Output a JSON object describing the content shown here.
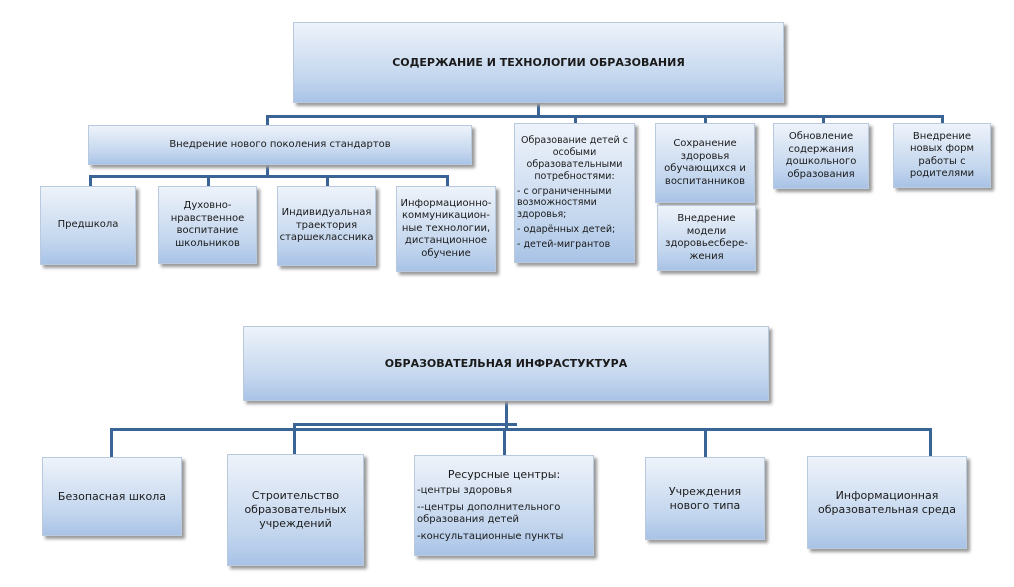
{
  "top": {
    "title": "СОДЕРЖАНИЕ И ТЕХНОЛОГИИ ОБРАЗОВАНИЯ",
    "standards": {
      "label": "Внедрение нового поколения стандартов",
      "children": [
        "Предшкола",
        "Духовно-нравственное воспитание школьников",
        "Индивидуальная траектория старшеклассника",
        "Информационно-коммуникацион-ные технологии, дистанционное обучение"
      ]
    },
    "special": {
      "heading": "Образование детей с особыми образовательными потребностями:",
      "items": [
        "- с ограниченными возможностями здоровья;",
        "- одарённых детей;",
        "- детей-мигрантов"
      ]
    },
    "health": "Сохранение здоровья обучающихся и воспитанников",
    "health_model": "Внедрение модели здоровьесбере-жения",
    "preschool": "Обновление содержания дошкольного образования",
    "parents": "Внедрение новых форм работы с родителями"
  },
  "bottom": {
    "title": "ОБРАЗОВАТЕЛЬНАЯ ИНФРАСТУКТУРА",
    "safe_school": "Безопасная школа",
    "construction": "Строительство образовательных учреждений",
    "resource": {
      "heading": "Ресурсные центры:",
      "items": [
        "-центры здоровья",
        "--центры дополнительного образования детей",
        "-консультационные пункты"
      ]
    },
    "new_type": "Учреждения нового типа",
    "info_env": "Информационная образовательная среда"
  }
}
